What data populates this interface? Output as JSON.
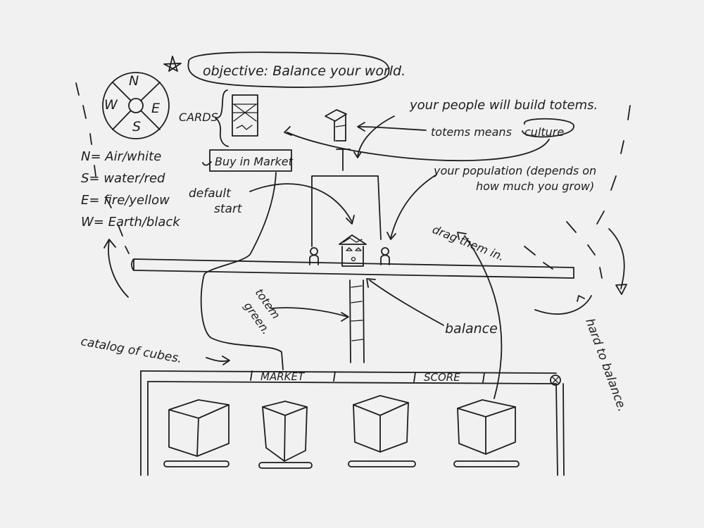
{
  "objective": "objective: Balance your world.",
  "compass": {
    "n": "N",
    "s": "S",
    "e": "E",
    "w": "W"
  },
  "legend": [
    "N= Air/white",
    "S= water/red",
    "E= fire/yellow",
    "W= Earth/black"
  ],
  "cards_label": "CARDS",
  "card_box": "Buy in Market",
  "totems_note": "your people will build totems.",
  "totems_means": "totems means",
  "culture": "culture",
  "population_note_1": "your population (depends on",
  "population_note_2": "how much you grow)",
  "default_start_1": "default",
  "default_start_2": "start",
  "drag_them_in": "drag them in.",
  "totem_green_1": "totem",
  "totem_green_2": "green.",
  "balance": "balance",
  "catalog": "catalog of cubes.",
  "hard_to_balance": "hard to balance.",
  "panel": {
    "market_tab": "MARKET",
    "score_tab": "SCORE"
  },
  "icons": [
    "star-icon",
    "compass-icon",
    "close-icon",
    "cube-icon",
    "house-icon",
    "person-icon",
    "totem-icon"
  ]
}
